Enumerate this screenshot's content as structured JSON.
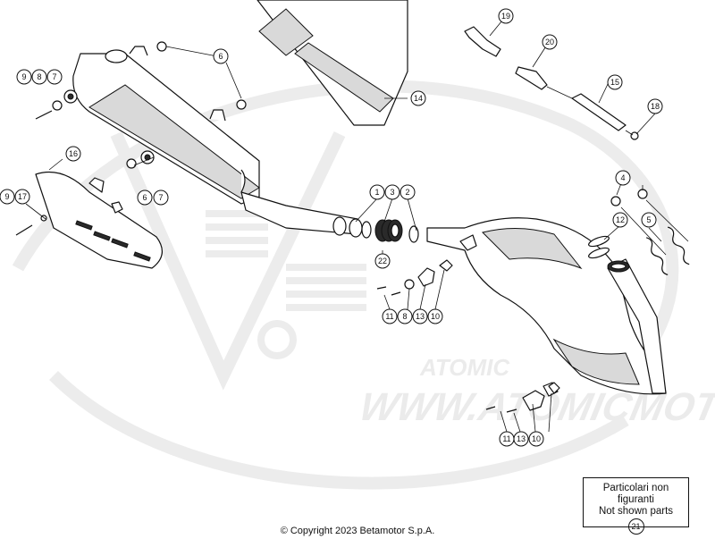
{
  "callouts": [
    "1",
    "2",
    "3",
    "4",
    "5",
    "6",
    "7",
    "8",
    "9",
    "10",
    "11",
    "12",
    "13",
    "14",
    "15",
    "16",
    "17",
    "18",
    "19",
    "20",
    "21",
    "22"
  ],
  "legend": {
    "line1": "Particolari non figuranti",
    "line2": "Not shown parts",
    "ref": "21"
  },
  "copyright": "© Copyright 2023 Betamotor S.p.A.",
  "watermark": {
    "url_text": "WWW.ATOMICMOTO.F",
    "logo_text": "ATOMIC"
  },
  "colors": {
    "line": "#111111",
    "shade": "#d9d9d9",
    "watermark": "#e9e9e9"
  }
}
